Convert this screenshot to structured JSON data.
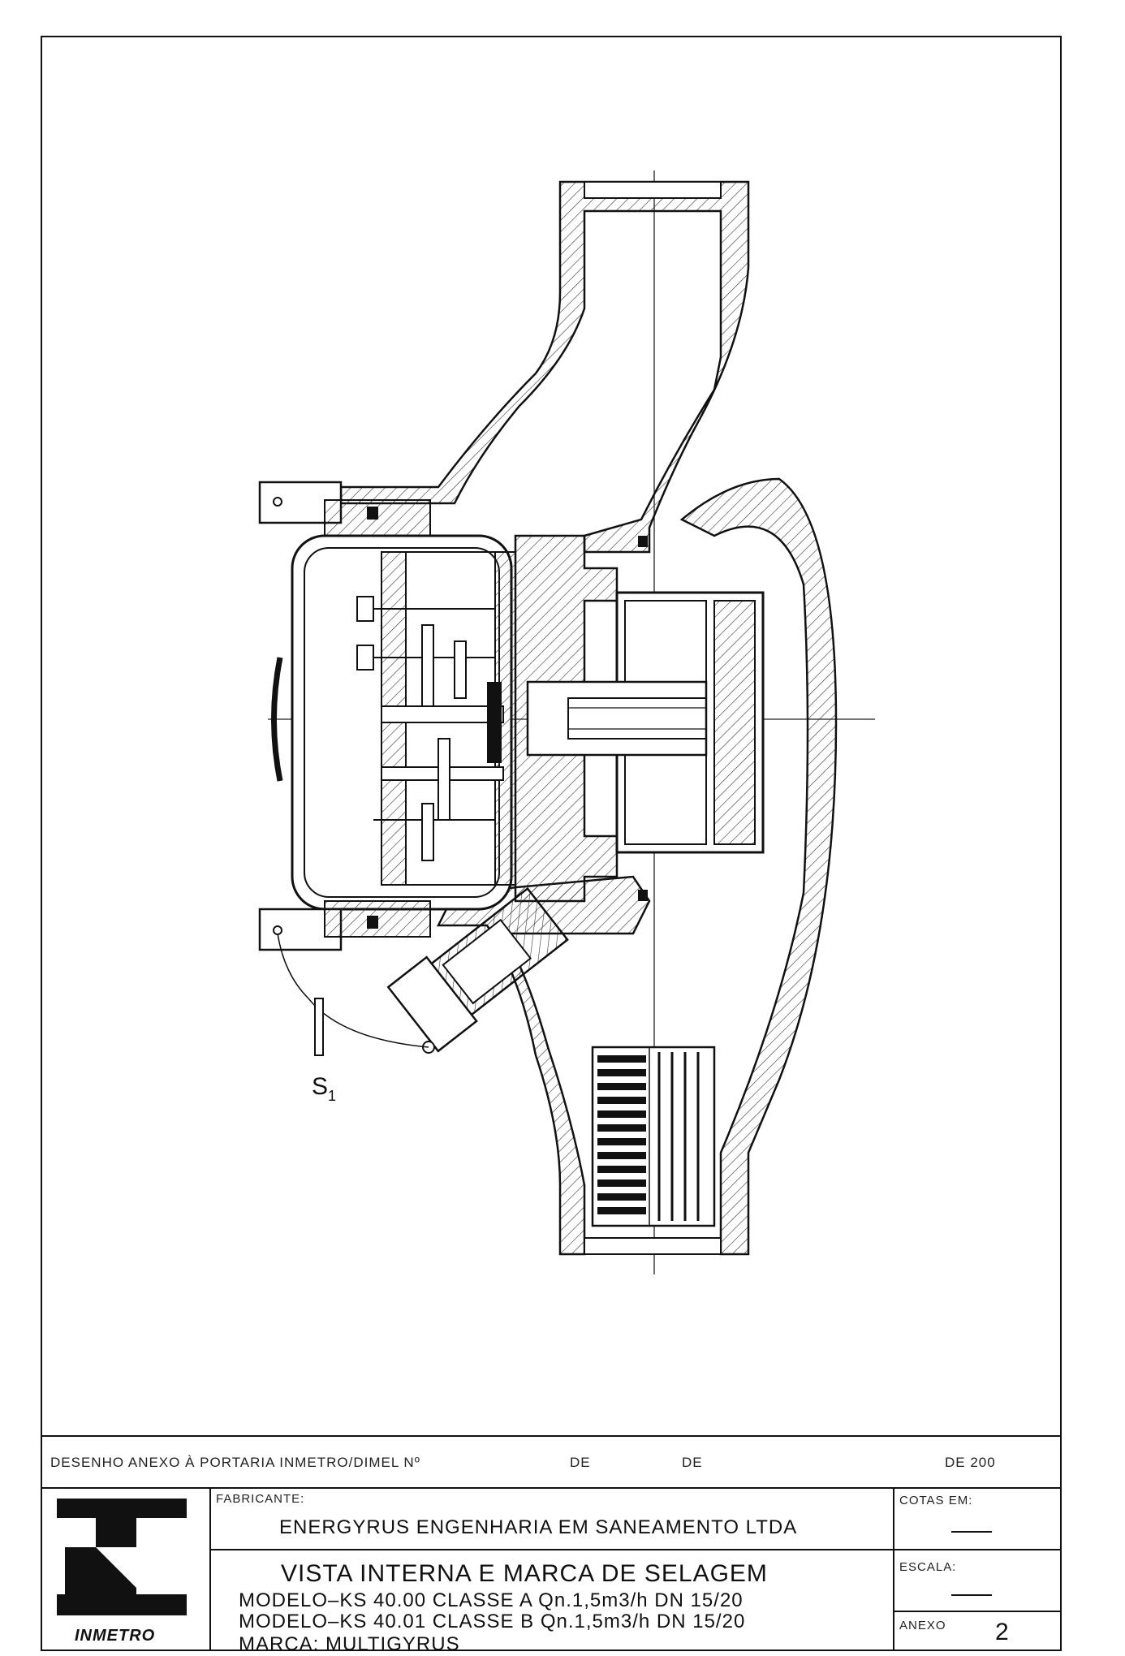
{
  "drawing": {
    "seal_label": "S",
    "seal_subscript": "1"
  },
  "portaria": {
    "text": "DESENHO ANEXO À PORTARIA INMETRO/DIMEL Nº",
    "de1": "DE",
    "de2": "DE",
    "year": "DE 200"
  },
  "logo": {
    "word": "INMETRO"
  },
  "fabricante": {
    "label": "FABRICANTE:",
    "name": "ENERGYRUS ENGENHARIA EM SANEAMENTO LTDA"
  },
  "title": {
    "main": "VISTA INTERNA E MARCA DE SELAGEM",
    "modelo_a": "MODELO–KS 40.00 CLASSE A Qn.1,5m3/h DN 15/20",
    "modelo_b": "MODELO–KS 40.01 CLASSE B Qn.1,5m3/h DN 15/20",
    "marca": "MARCA: MULTIGYRUS"
  },
  "side": {
    "cotas_label": "COTAS EM:",
    "escala_label": "ESCALA:",
    "anexo_label": "ANEXO",
    "anexo_number": "2"
  }
}
